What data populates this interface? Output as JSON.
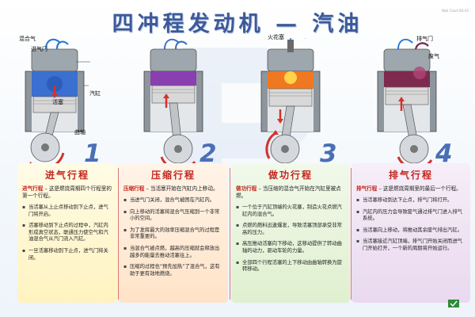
{
  "title": "四冲程发动机 — 汽油",
  "corner_tag": "Wall Chart ED-45",
  "labels": {
    "mixture": "混合气",
    "intake_valve": "进气门",
    "cylinder": "汽缸",
    "piston": "活塞",
    "crankshaft": "曲轴",
    "spark_plug": "火花塞",
    "exhaust_valve": "排气门",
    "exhaust_gas": "废气"
  },
  "strokes": [
    {
      "number": "1",
      "title": "进气行程",
      "intro_kw": "进气行程",
      "intro": " – 这是燃烧周期四个行程里的第一个行程。",
      "bullets": [
        "当活塞从上止点移动到下止点，进气门将开启。",
        "活塞移动到下止点的过程中，汽缸内形成真空状态，联通压力使空气和汽油混合气从汽门流入汽缸。",
        "一旦活塞移动到下止点，进气门将关闭。"
      ]
    },
    {
      "number": "2",
      "title": "压缩行程",
      "intro_kw": "压缩行程",
      "intro": " – 当活塞开始在汽缸内上移动。",
      "bullets": [
        "当进气门关闭，混合气被困在汽缸内。",
        "向上移动的活塞将混合气压缩到一个非常小的空间。",
        "为了发挥最大的效率压缩混合气的过程是非常重要的。",
        "当混合气被点燃，越高的压缩就会释放出越多的能量去推动活塞往上。",
        "压缩的过程也“预先加热”了混合气，这有助于更有效地燃烧。"
      ]
    },
    {
      "number": "3",
      "title": "做功行程",
      "intro_kw": "做功行程",
      "intro": " – 当压缩的混合气开始在汽缸里被点燃。",
      "bullets": [
        "一个位于汽缸顶端的火花塞，制造火花点燃汽缸内的混合气。",
        "点燃的燃料迅速爆发，导致活塞顶部承受非常高的压力。",
        "高压推动活塞向下移动，这移动提供了转动曲轴的动力，驱动车轮的力量。",
        "全部四个行程活塞的上下移动由曲轴转换为旋转移动。"
      ]
    },
    {
      "number": "4",
      "title": "排气行程",
      "intro_kw": "排气行程",
      "intro": " – 这是燃烧周期里的最后一个行程。",
      "bullets": [
        "当活塞移动到达下止点，排气门将打开。",
        "汽缸内的压力会导致废气通过排气门进入排气系统。",
        "当活塞向上移动，将推动其余废气排出汽缸。",
        "当活塞接近汽缸顶端，排气门开始关闭而进气门开始打开，一个新的周期将开始运行。"
      ]
    }
  ],
  "colors": {
    "title": "#3c5a9a",
    "stroke_title": "#c3261e",
    "intake_mixture": "#3b6fd0",
    "compression_mixture": "#8a3fb0",
    "power_flame": "#f07820",
    "exhaust_gas": "#7d2a4e",
    "piston": "#c8c8c8",
    "arrow": "#d2332b"
  }
}
